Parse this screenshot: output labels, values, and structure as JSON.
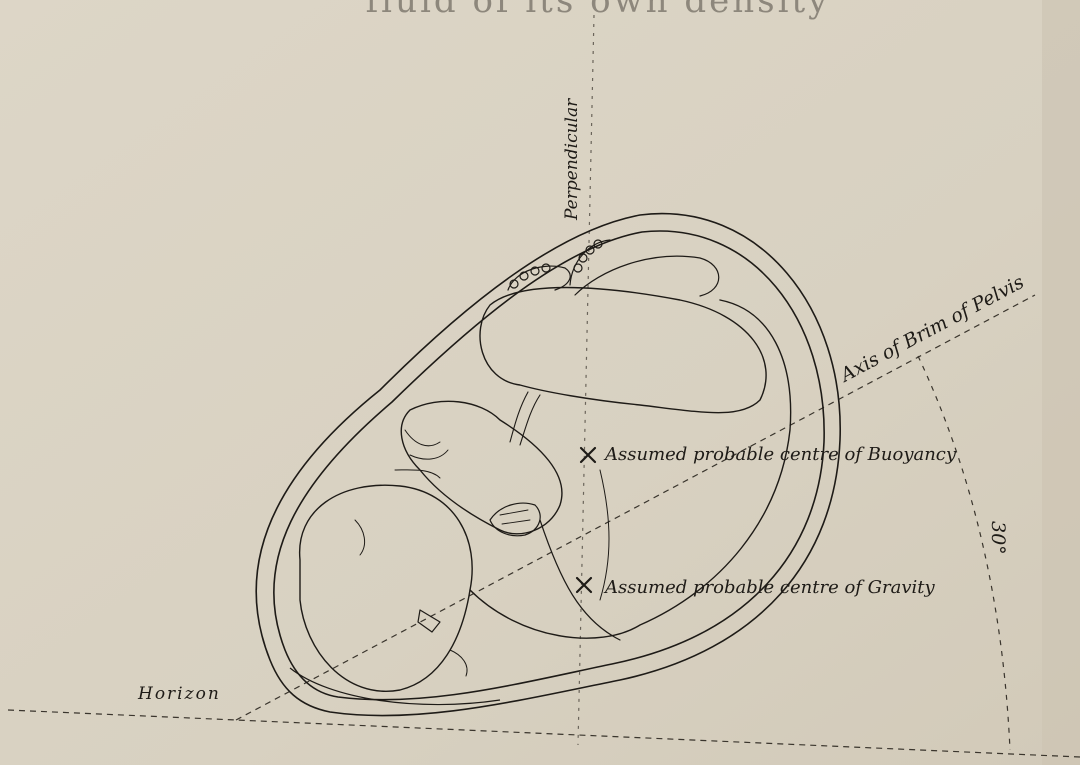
{
  "header_fragment": "fluid of its own density",
  "labels": {
    "perpendicular": "Perpendicular",
    "axis": "Axis of Brim of Pelvis",
    "buoyancy": "Assumed probable centre of Buoyancy",
    "gravity": "Assumed probable centre of Gravity",
    "horizon": "Horizon",
    "angle": "30°"
  },
  "colors": {
    "paper": "#d9d2c3",
    "ink": "#1e1b17",
    "dashed_ink": "#3a352d",
    "faded_ink": "#8d877c"
  }
}
